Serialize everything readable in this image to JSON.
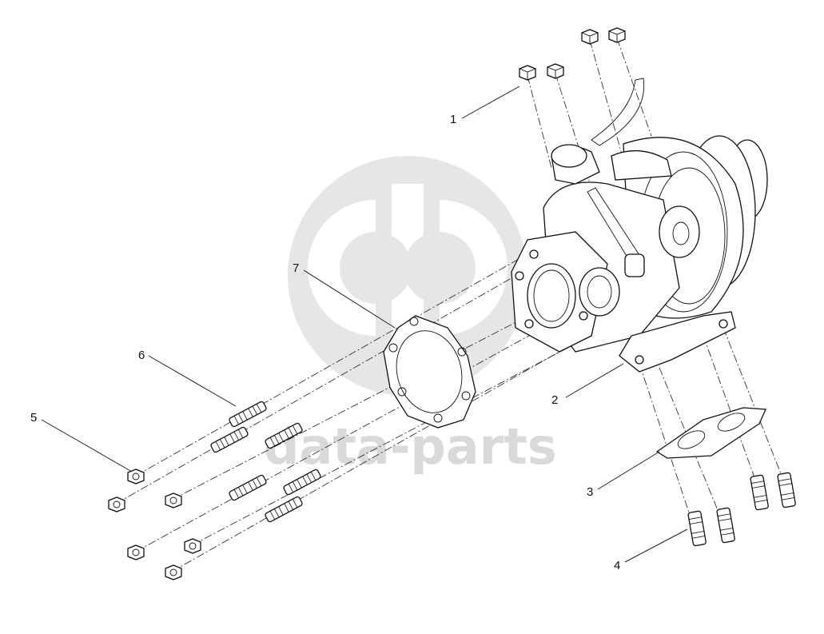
{
  "diagram": {
    "watermark": "data-parts",
    "callouts": [
      {
        "id": "1",
        "label": "1"
      },
      {
        "id": "2",
        "label": "2"
      },
      {
        "id": "3",
        "label": "3"
      },
      {
        "id": "4",
        "label": "4"
      },
      {
        "id": "5",
        "label": "5"
      },
      {
        "id": "6",
        "label": "6"
      },
      {
        "id": "7",
        "label": "7"
      }
    ]
  }
}
